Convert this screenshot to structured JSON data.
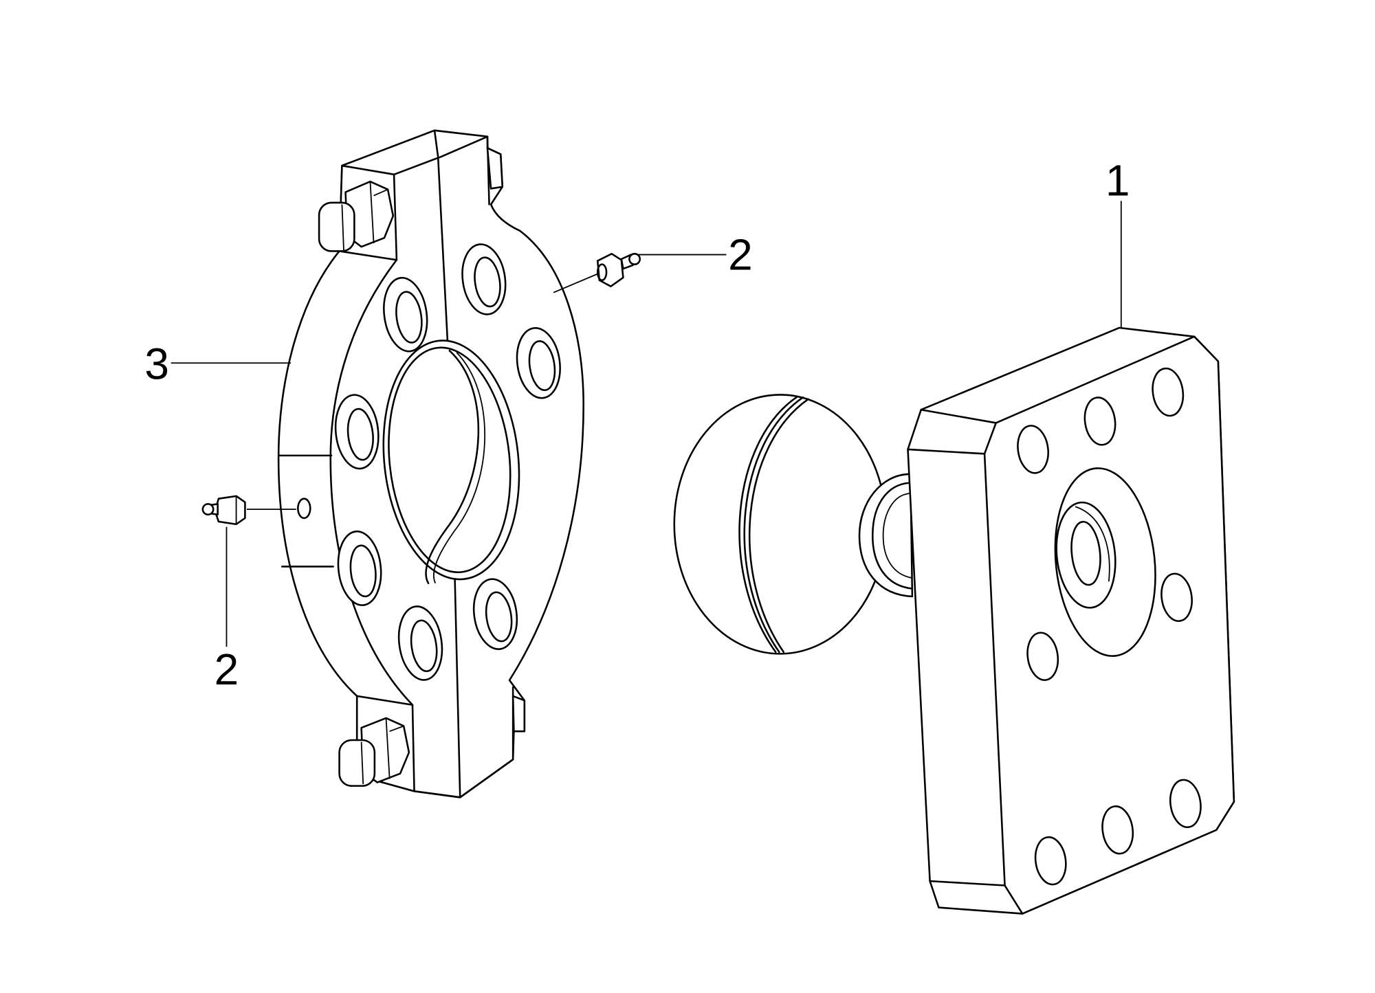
{
  "callouts": {
    "part_1": "1",
    "part_2_upper": "2",
    "part_2_lower": "2",
    "part_3": "3"
  },
  "colors": {
    "line": "#000000",
    "background": "#ffffff"
  }
}
